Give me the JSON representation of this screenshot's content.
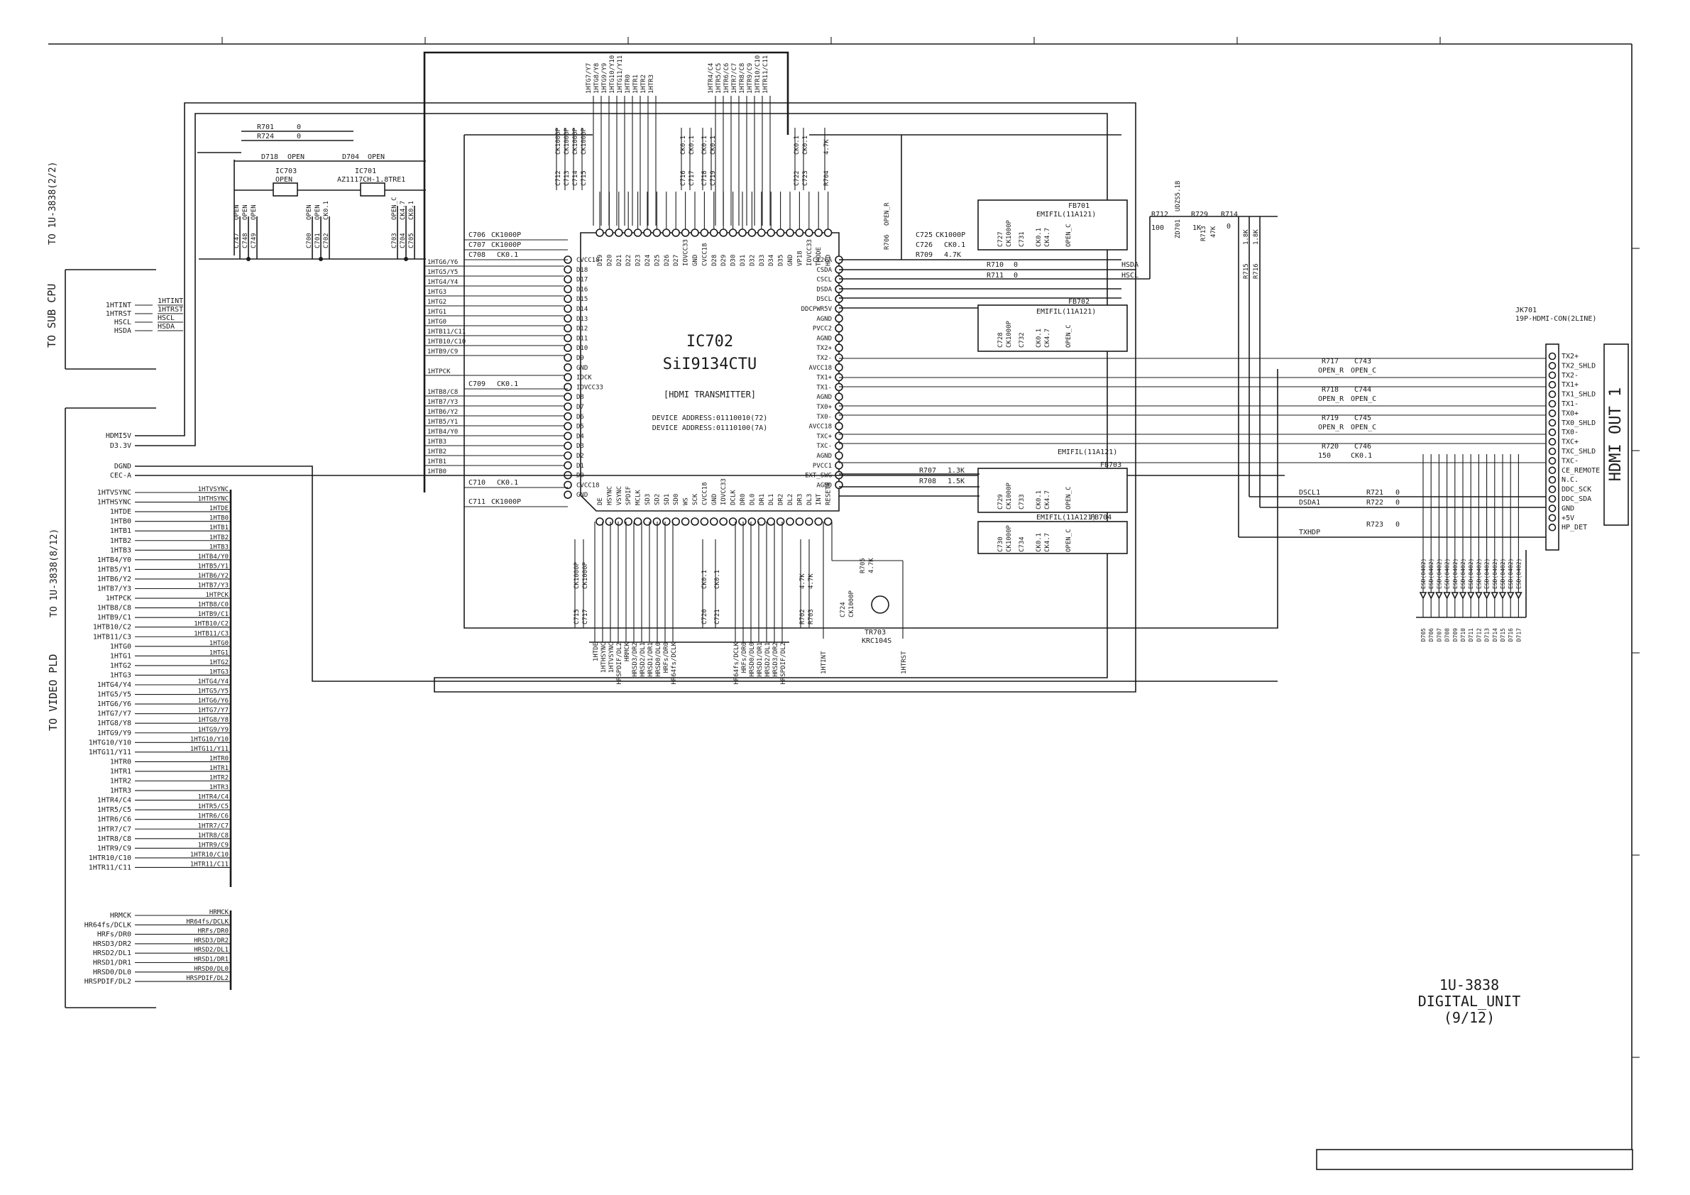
{
  "ic702": {
    "ref": "IC702",
    "part": "SiI9134CTU",
    "desc": "[HDMI TRANSMITTER]",
    "addr1": "DEVICE ADDRESS:01110010(72)",
    "addr2": "DEVICE ADDRESS:01110100(7A)",
    "top_pins": [
      "D19",
      "D20",
      "D21",
      "D22",
      "D23",
      "D24",
      "D25",
      "D26",
      "D27",
      "IOVCC33",
      "GND",
      "CVCC18",
      "D28",
      "D29",
      "D30",
      "D31",
      "D32",
      "D33",
      "D34",
      "D35",
      "GND",
      "VP18",
      "IOVCC33",
      "TMODE",
      "HPD"
    ],
    "bottom_pins": [
      "DE",
      "HSYNC",
      "VSYNC",
      "SPDIF",
      "MCLK",
      "SD3",
      "SD2",
      "SD1",
      "SD0",
      "WS",
      "SCK",
      "CVCC18",
      "GND",
      "IOVCC33",
      "DCLK",
      "DR0",
      "DL0",
      "DR1",
      "DL1",
      "DR2",
      "DL2",
      "DR3",
      "DL3",
      "INT",
      "RESET#"
    ],
    "left_pins": [
      "CVCC18",
      "D18",
      "D17",
      "D16",
      "D15",
      "D14",
      "D13",
      "D12",
      "D11",
      "D10",
      "D9",
      "GND",
      "IDCK",
      "IOVCC33",
      "D8",
      "D7",
      "D6",
      "D5",
      "D4",
      "D3",
      "D2",
      "D1",
      "D0",
      "CVCC18",
      "GND"
    ],
    "right_pins": [
      "CI2CA",
      "CSDA",
      "CSCL",
      "DSDA",
      "DSCL",
      "DDCPWR5V",
      "AGND",
      "PVCC2",
      "AGND",
      "TX2+",
      "TX2-",
      "AVCC18",
      "TX1+",
      "TX1-",
      "AGND",
      "TX0+",
      "TX0-",
      "AVCC18",
      "TXC+",
      "TXC-",
      "AGND",
      "PVCC1",
      "EXT_SWG",
      "AGND"
    ]
  },
  "top_bus": [
    "1HTG7/Y7",
    "1HTG8/Y8",
    "1HTG9/Y9",
    "1HTG10/Y10",
    "1HTG11/Y11",
    "1HTR0",
    "1HTR1",
    "1HTR2",
    "1HTR3",
    "1HTR4/C4",
    "1HTR5/C5",
    "1HTR6/C6",
    "1HTR7/C7",
    "1HTR8/C8",
    "1HTR9/C9",
    "1HTR10/C10",
    "1HTR11/C11"
  ],
  "bottom_bus": [
    "1HTDE",
    "1HTHSYNC",
    "1HTVSYNC",
    "HRSPDIF/DL2",
    "HRMCK",
    "HRSD3/DR2",
    "HRSD2/DL1",
    "HRSD1/DR1",
    "HRSD0/DL0",
    "HRFs/DR0",
    "HR64fs/DCLK",
    "HR64fs/DCLK",
    "HRFs/DR0",
    "HRSD0/DL0",
    "HRSD1/DR1",
    "HRSD2/DL1",
    "HRSD3/DR2",
    "HRSPDIF/DL2"
  ],
  "left_inner": [
    "1HTG6/Y6",
    "1HTG5/Y5",
    "1HTG4/Y4",
    "1HTG3",
    "1HTG2",
    "1HTG1",
    "1HTG0",
    "1HTB11/C11",
    "1HTB10/C10",
    "1HTB9/C9",
    "1HTPCK",
    "1HTB8/C8",
    "1HTB7/Y3",
    "1HTB6/Y2",
    "1HTB5/Y1",
    "1HTB4/Y0",
    "1HTB3",
    "1HTB2",
    "1HTB1",
    "1HTB0"
  ],
  "sub_cpu": {
    "label": "TO SUB CPU",
    "ref": "TO 1U-3838(2/2)",
    "signals": [
      "1HTINT",
      "1HTRST",
      "HSCL",
      "HSDA"
    ],
    "nets": [
      "1HTINT",
      "1HTRST",
      "HSCL",
      "HSDA"
    ]
  },
  "power": [
    "HDMI5V",
    "D3.3V",
    "DGND",
    "CEC-A"
  ],
  "video_pld": {
    "label": "TO VIDEO PLD",
    "ref": "TO 1U-3838(8/12)",
    "signals": [
      "1HTVSYNC",
      "1HTHSYNC",
      "1HTDE",
      "1HTB0",
      "1HTB1",
      "1HTB2",
      "1HTB3",
      "1HTB4/Y0",
      "1HTB5/Y1",
      "1HTB6/Y2",
      "1HTB7/Y3",
      "1HTPCK",
      "1HTB8/C8",
      "1HTB9/C1",
      "1HTB10/C2",
      "1HTB11/C3",
      "1HTG0",
      "1HTG1",
      "1HTG2",
      "1HTG3",
      "1HTG4/Y4",
      "1HTG5/Y5",
      "1HTG6/Y6",
      "1HTG7/Y7",
      "1HTG8/Y8",
      "1HTG9/Y9",
      "1HTG10/Y10",
      "1HTG11/Y11",
      "1HTR0",
      "1HTR1",
      "1HTR2",
      "1HTR3",
      "1HTR4/C4",
      "1HTR5/C5",
      "1HTR6/C6",
      "1HTR7/C7",
      "1HTR8/C8",
      "1HTR9/C9",
      "1HTR10/C10",
      "1HTR11/C11"
    ],
    "nets": [
      "1HTVSYNC",
      "1HTHSYNC",
      "1HTDE",
      "1HTB0",
      "1HTB1",
      "1HTB2",
      "1HTB3",
      "1HTB4/Y0",
      "1HTB5/Y1",
      "1HTB6/Y2",
      "1HTB7/Y3",
      "1HTPCK",
      "1HTB8/C0",
      "1HTB9/C1",
      "1HTB10/C2",
      "1HTB11/C3",
      "1HTG0",
      "1HTG1",
      "1HTG2",
      "1HTG3",
      "1HTG4/Y4",
      "1HTG5/Y5",
      "1HTG6/Y6",
      "1HTG7/Y7",
      "1HTG8/Y8",
      "1HTG9/Y9",
      "1HTG10/Y10",
      "1HTG11/Y11",
      "1HTR0",
      "1HTR1",
      "1HTR2",
      "1HTR3",
      "1HTR4/C4",
      "1HTR5/C5",
      "1HTR6/C6",
      "1HTR7/C7",
      "1HTR8/C8",
      "1HTR9/C9",
      "1HTR10/C10",
      "1HTR11/C11"
    ]
  },
  "audio": {
    "signals": [
      "HRMCK",
      "HR64fs/DCLK",
      "HRFs/DR0",
      "HRSD3/DR2",
      "HRSD2/DL1",
      "HRSD1/DR1",
      "HRSD0/DL0",
      "HRSPDIF/DL2"
    ],
    "nets": [
      "HRMCK",
      "HR64fs/DCLK",
      "HRFs/DR0",
      "HRSD3/DR2",
      "HRSD2/DL1",
      "HRSD1/DR1",
      "HRSD0/DL0",
      "HRSPDIF/DL2"
    ]
  },
  "top_left": {
    "r701": "R701",
    "r701v": "0",
    "r724": "R724",
    "r724v": "0",
    "d718": "D718",
    "d718v": "OPEN",
    "d704": "D704",
    "d704v": "OPEN",
    "ic703": "IC703",
    "ic703v": "OPEN",
    "ic701": "IC701",
    "ic701v": "AZ1117CH-1.8TRE1",
    "caps": [
      "C747",
      "C748",
      "C749",
      "C700",
      "C701",
      "C702",
      "C703",
      "C704",
      "C705"
    ],
    "capv": [
      "OPEN",
      "OPEN",
      "OPEN",
      "OPEN",
      "OPEN",
      "CK0.1",
      "OPEN_C",
      "CK4.7",
      "CK0.1"
    ]
  },
  "caps_mid": [
    {
      "ref": "C706",
      "val": "CK1000P"
    },
    {
      "ref": "C707",
      "val": "CK1000P"
    },
    {
      "ref": "C708",
      "val": "CK0.1"
    },
    {
      "ref": "C709",
      "val": "CK0.1"
    },
    {
      "ref": "C710",
      "val": "CK0.1"
    },
    {
      "ref": "C711",
      "val": "CK1000P"
    }
  ],
  "caps_top": [
    "C712",
    "C713",
    "C714",
    "C715",
    "C716",
    "C717",
    "C718",
    "C719",
    "C722",
    "C723",
    "R704"
  ],
  "caps_topv": [
    "CK1000P",
    "CK1000P",
    "CK1000P",
    "CK1000P",
    "CK0.1",
    "CK0.1",
    "CK0.1",
    "CK0.1",
    "CK0.1",
    "CK0.1",
    "4.7K"
  ],
  "caps_bottom": [
    "C715",
    "C717",
    "C720",
    "C721",
    "R702",
    "R703",
    "R705",
    "C724"
  ],
  "caps_bottomv": [
    "CK1000P",
    "CK1000P",
    "CK0.1",
    "CK0.1",
    "4.7K",
    "4.7K",
    "4.7K",
    "CK1000P"
  ],
  "tr703": {
    "ref": "TR703",
    "val": "KRC104S"
  },
  "bottom_nets": [
    "1HTINT",
    "1HTRST"
  ],
  "right_mid": {
    "r706": "R706",
    "r706v": "OPEN_R",
    "c725": "C725",
    "c725v": "CK1000P",
    "c726": "C726",
    "c726v": "CK0.1",
    "r709": "R709",
    "r709v": "4.7K",
    "r710": "R710",
    "r710v": "0",
    "r711": "R711",
    "r711v": "0",
    "hsda": "HSDA",
    "hscl": "HSCL",
    "r707": "R707",
    "r707v": "1.3K",
    "r708": "R708",
    "r708v": "1.5K",
    "fb701": "FB701",
    "fb702": "FB702",
    "fb703": "FB703",
    "fb704": "FB704",
    "emifil": "EMIFIL(11A121)",
    "c727": "C727",
    "c731": "C731",
    "c728": "C728",
    "c732": "C732",
    "c729": "C729",
    "c733": "C733",
    "c730": "C730",
    "c734": "C734",
    "capv": [
      "CK1000P",
      "CK0.1",
      "CK4.7",
      "OPEN_C"
    ]
  },
  "hpd_block": {
    "r712": "R712",
    "r712v": "100",
    "zd701": "ZD701",
    "zd701v": "UDZS5.1B",
    "r729": "R729",
    "r729v": "1K",
    "r713": "R713",
    "r713v": "47K",
    "r714": "R714",
    "r714v": "0",
    "r715": "R715",
    "r715v": "1.8K",
    "r716": "R716",
    "r716v": "1.8K"
  },
  "tx_block": [
    {
      "r": "R717",
      "rv": "OPEN_R",
      "c": "C743",
      "cv": "OPEN_C"
    },
    {
      "r": "R718",
      "rv": "OPEN_R",
      "c": "C744",
      "cv": "OPEN_C"
    },
    {
      "r": "R719",
      "rv": "OPEN_R",
      "c": "C745",
      "cv": "OPEN_C"
    },
    {
      "r": "R720",
      "rv": "150",
      "c": "C746",
      "cv": "CK0.1"
    }
  ],
  "ddc": {
    "dscl": "DSCL1",
    "dsda": "DSDA1",
    "txhdp": "TXHDP",
    "r721": "R721",
    "r722": "R722",
    "r723": "R723",
    "v": "0"
  },
  "connector": {
    "ref": "JK701",
    "part": "19P-HDMI-CON(2LINE)",
    "title": "HDMI OUT 1",
    "pins": [
      "TX2+",
      "TX2_SHLD",
      "TX2-",
      "TX1+",
      "TX1_SHLD",
      "TX1-",
      "TX0+",
      "TX0_SHLD",
      "TX0-",
      "TXC+",
      "TXC_SHLD",
      "TXC-",
      "CE_REMOTE",
      "N.C.",
      "DDC_SCK",
      "DDC_SDA",
      "GND",
      "+5V",
      "HP_DET"
    ]
  },
  "esd": {
    "part": "ESD(0402)",
    "refs": [
      "D705",
      "D706",
      "D707",
      "D708",
      "D709",
      "D710",
      "D711",
      "D712",
      "D713",
      "D714",
      "D715",
      "D716",
      "D717"
    ]
  },
  "title_block": {
    "line1": "1U-3838",
    "line2": "DIGITAL_UNIT",
    "line3": "(9/12)"
  }
}
